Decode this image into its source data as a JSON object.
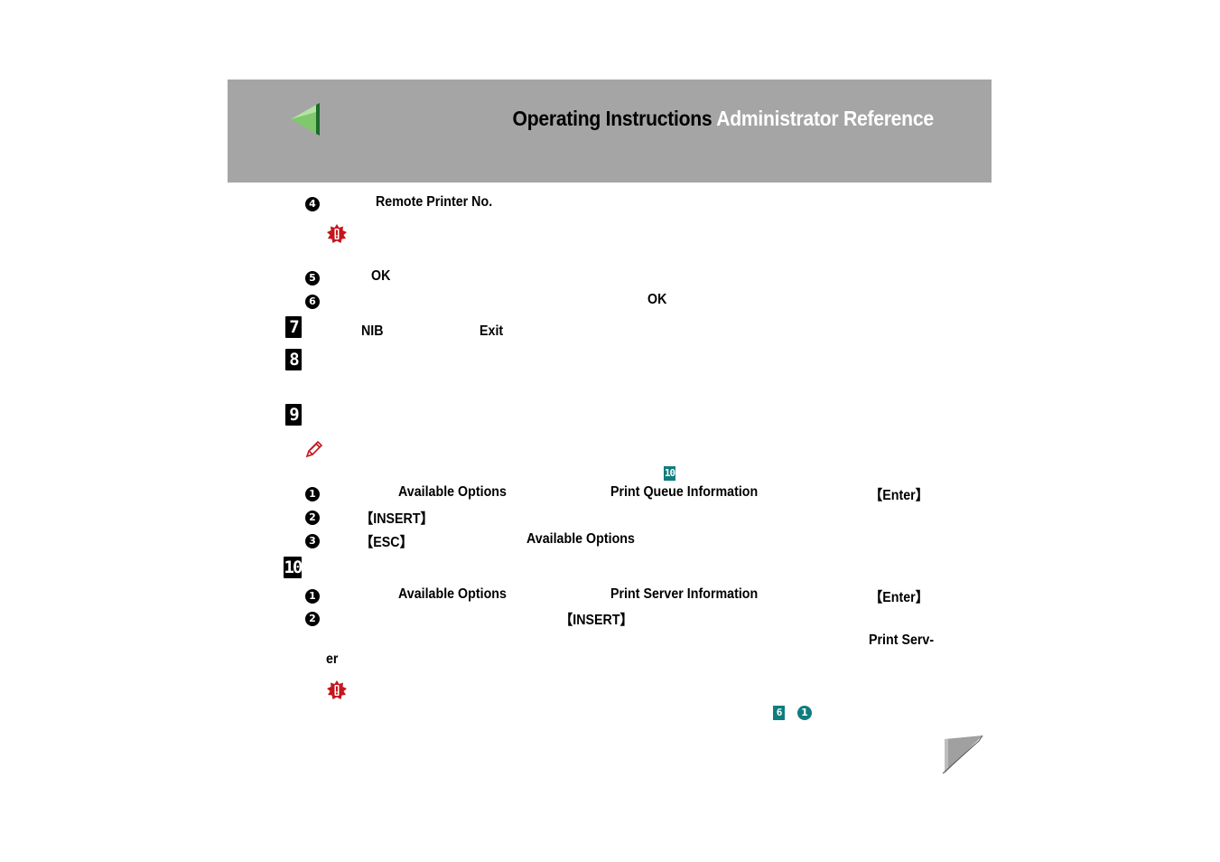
{
  "header": {
    "title_main": "Operating Instructions",
    "title_sub": "Administrator Reference"
  },
  "steps": {
    "s4": {
      "marker": "4",
      "label": "Remote Printer No."
    },
    "s5": {
      "marker": "5",
      "label": "OK"
    },
    "s6": {
      "marker": "6",
      "label": "OK"
    },
    "s7": {
      "marker": "7",
      "label_a": "NIB",
      "label_b": "Exit"
    },
    "s8": {
      "marker": "8"
    },
    "s9": {
      "marker": "9"
    },
    "ref10": "10",
    "s9_1": {
      "marker": "1",
      "a": "Available Options",
      "b": "Print Queue Information",
      "key": "【Enter】"
    },
    "s9_2": {
      "marker": "2",
      "key": "【INSERT】"
    },
    "s9_3": {
      "marker": "3",
      "key": "【ESC】",
      "a": "Available Options"
    },
    "s10": {
      "marker": "10"
    },
    "s10_1": {
      "marker": "1",
      "a": "Available Options",
      "b": "Print Server Information",
      "key": "【Enter】"
    },
    "s10_2": {
      "marker": "2",
      "key": "【INSERT】",
      "tail_a": "Print Serv-",
      "tail_b": "er"
    },
    "ref_box": "6",
    "ref_circ": "1"
  },
  "icons": {
    "back": "back-arrow-icon",
    "important": "important-icon",
    "note": "pencil-note-icon",
    "next": "next-page-icon"
  }
}
